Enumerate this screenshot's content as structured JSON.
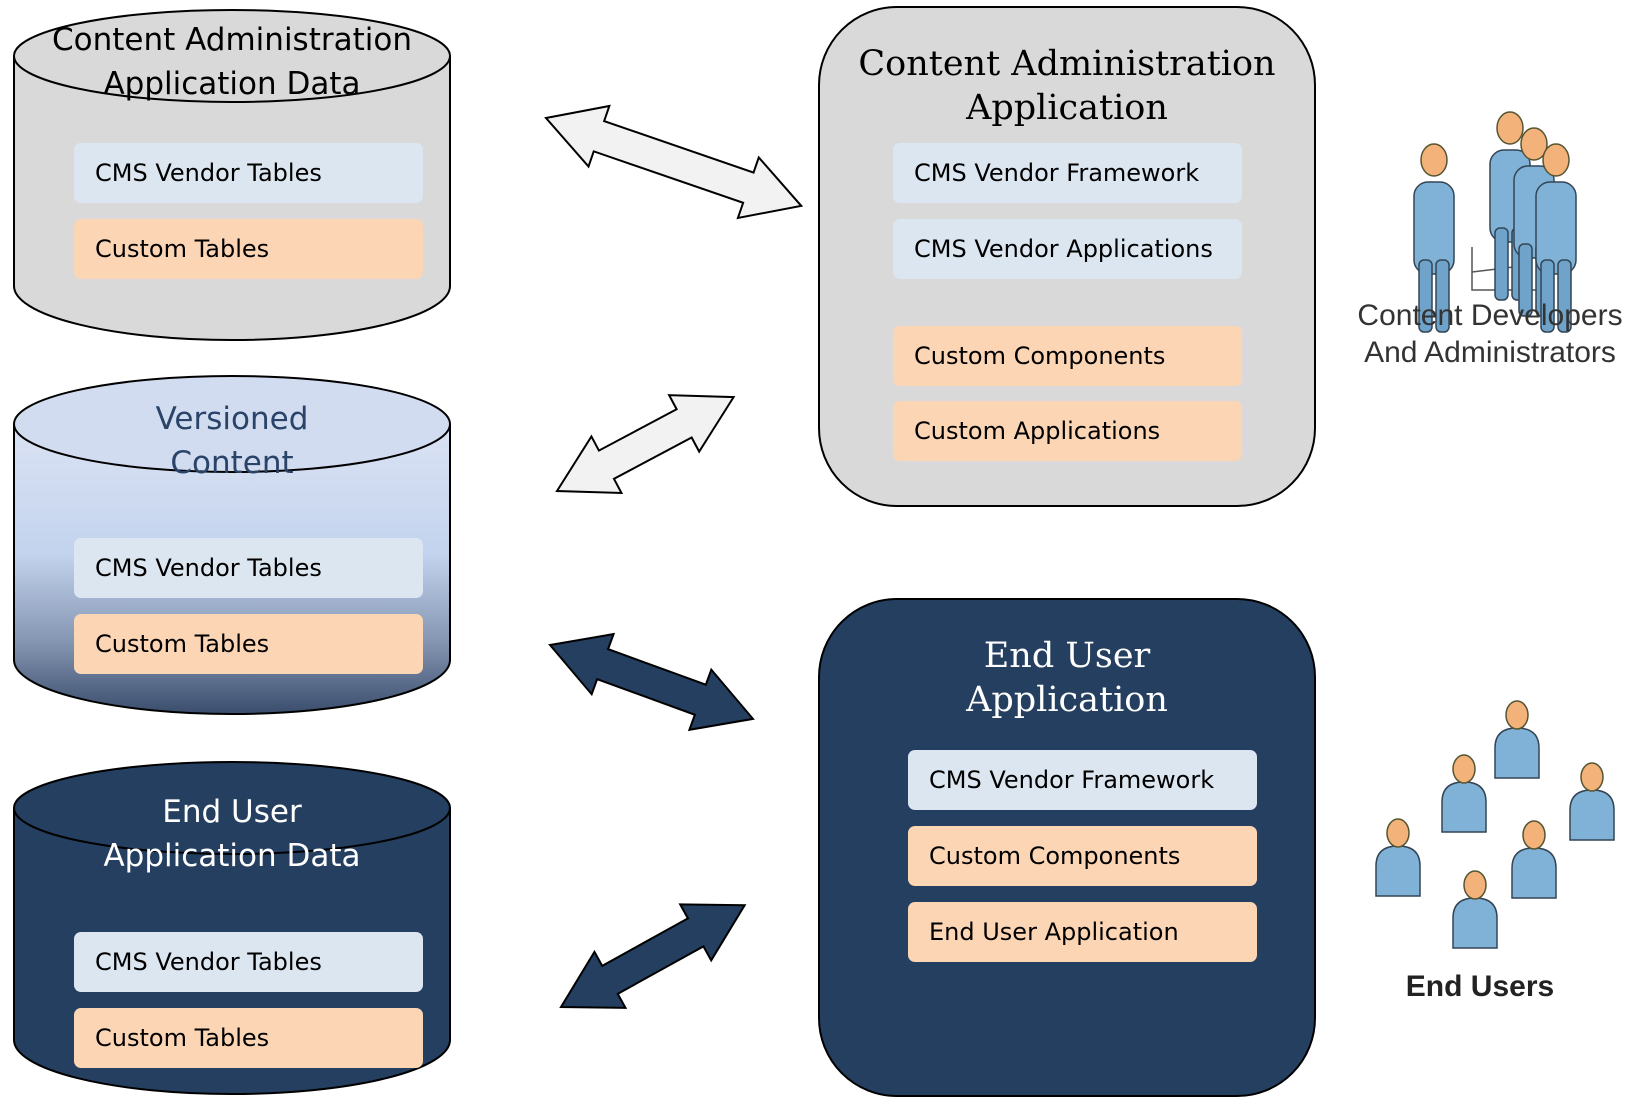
{
  "databases": [
    {
      "title_line1": "Content Administration",
      "title_line2": "Application Data",
      "tables": [
        "CMS Vendor Tables",
        "Custom Tables"
      ]
    },
    {
      "title_line1": "Versioned",
      "title_line2": "Content",
      "tables": [
        "CMS Vendor Tables",
        "Custom Tables"
      ]
    },
    {
      "title_line1": "End User",
      "title_line2": "Application Data",
      "tables": [
        "CMS Vendor Tables",
        "Custom Tables"
      ]
    }
  ],
  "applications": [
    {
      "title_line1": "Content Administration",
      "title_line2": "Application",
      "items": [
        "CMS Vendor Framework",
        "CMS Vendor Applications",
        "Custom Components",
        "Custom Applications"
      ]
    },
    {
      "title_line1": "End User",
      "title_line2": "Application",
      "items": [
        "CMS Vendor Framework",
        "Custom Components",
        "End User Application"
      ]
    }
  ],
  "actors": {
    "admins_line1": "Content Developers",
    "admins_line2": "And Administrators",
    "end_users": "End Users"
  },
  "colors": {
    "gray_fill": "#d9d9d9",
    "navy_fill": "#243f60",
    "table_blue": "#dce6f1",
    "table_orange": "#fcd5b5",
    "person_body": "#7fb2d6",
    "person_head": "#f2b27a"
  }
}
